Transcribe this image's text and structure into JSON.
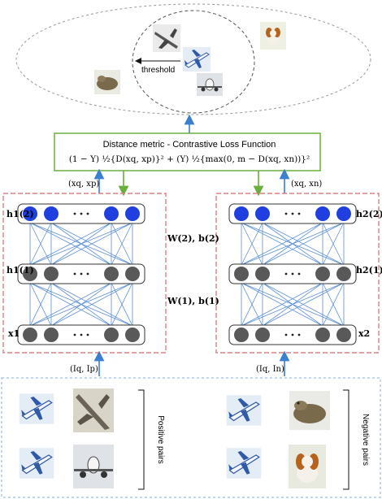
{
  "embedding_space": {
    "threshold_label": "threshold"
  },
  "loss_box": {
    "title": "Distance metric - Contrastive Loss Function",
    "formula": "(1 − Y) ½{D(xq, xp)}² + (Y) ½{max(0, m − D(xq, xn))}²"
  },
  "left_network": {
    "output_pair_label": "(xq, xp)",
    "input_pair_label": "(Iq, Ip)",
    "layer_labels": [
      "h1(2)",
      "h1(1)",
      "x1"
    ]
  },
  "right_network": {
    "output_pair_label": "(xq, xn)",
    "input_pair_label": "(Iq, In)",
    "layer_labels": [
      "h2(2)",
      "h2(1)",
      "x2"
    ]
  },
  "weights": {
    "upper": "W(2), b(2)",
    "lower": "W(1), b(1)"
  },
  "pairs": {
    "positive_label": "Positive pairs",
    "negative_label": "Negative pairs"
  },
  "colors": {
    "output_node": "#1f3fe0",
    "hidden_node": "#595959",
    "connection": "#5b8fd6",
    "arrow_blue": "#3a7fd0",
    "arrow_green": "#6aae3c",
    "loss_border": "#6aae3c",
    "network_border": "#d98080",
    "dashed_border": "#8aaed8"
  },
  "icons": [
    "airplane-image",
    "frog-image",
    "dog-image",
    "airliner-front-image"
  ]
}
